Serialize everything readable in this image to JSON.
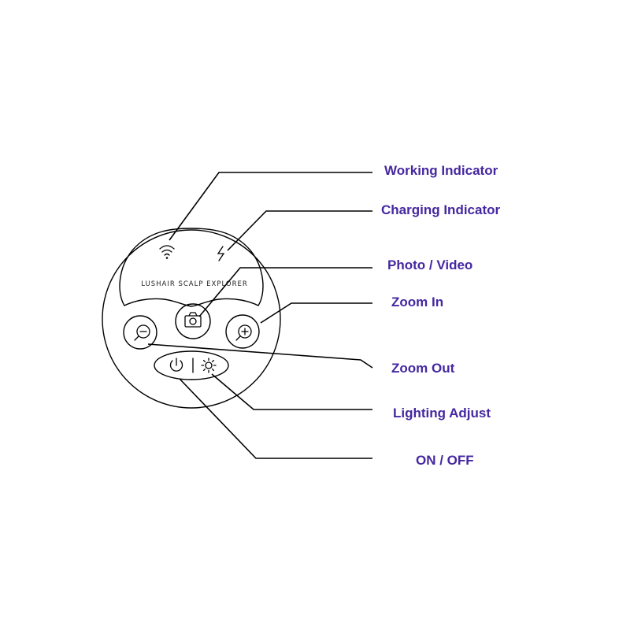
{
  "device": {
    "brand_text": "LUSHAIR SCALP EXPLORER"
  },
  "labels": {
    "working_indicator": "Working Indicator",
    "charging_indicator": "Charging Indicator",
    "photo_video": "Photo / Video",
    "zoom_in": "Zoom In",
    "zoom_out": "Zoom Out",
    "lighting_adjust": "Lighting Adjust",
    "on_off": "ON / OFF"
  },
  "icons": {
    "working": "wifi-icon",
    "charging": "lightning-icon",
    "photo": "camera-icon",
    "zoom_in": "zoom-in-icon",
    "zoom_out": "zoom-out-icon",
    "light": "sun-icon",
    "power": "power-icon"
  },
  "colors": {
    "label": "#4527a0",
    "line": "#000000",
    "background": "#ffffff"
  }
}
